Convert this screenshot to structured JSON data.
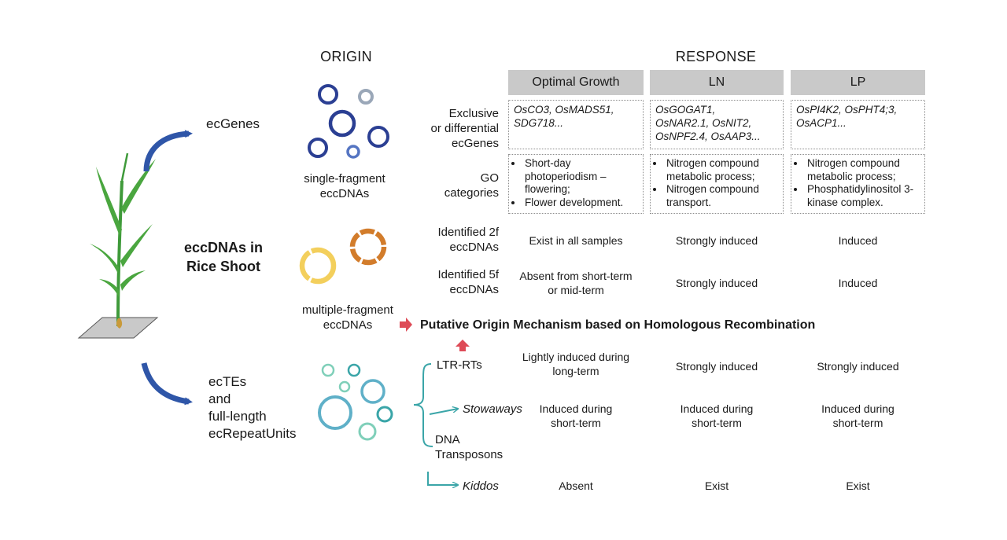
{
  "headers": {
    "origin": "ORIGIN",
    "response": "RESPONSE"
  },
  "columns": [
    "Optimal Growth",
    "LN",
    "LP"
  ],
  "left": {
    "ecgenes": "ecGenes",
    "center_title": "eccDNAs in\nRice Shoot",
    "ectes": "ecTEs\nand\nfull-length\necRepeatUnits"
  },
  "origin": {
    "single": "single-fragment\neccDNAs",
    "multiple": "multiple-fragment\neccDNAs"
  },
  "row_labels": {
    "exclusive": "Exclusive\nor differential\necGenes",
    "go": "GO\ncategories",
    "two_f": "Identified 2f\neccDNAs",
    "five_f": "Identified 5f\neccDNAs",
    "ltr": "LTR-RTs",
    "stowaways": "Stowaways",
    "dna": "DNA\nTransposons",
    "kiddos": "Kiddos"
  },
  "exclusive_genes": [
    "OsCO3, OsMADS51,\nSDG718...",
    "OsGOGAT1,\nOsNAR2.1, OsNIT2,\nOsNPF2.4, OsAAP3...",
    "OsPI4K2, OsPHT4;3,\nOsACP1..."
  ],
  "go_categories": [
    [
      "Short-day photoperiodism – flowering;",
      "Flower development."
    ],
    [
      "Nitrogen compound metabolic process;",
      "Nitrogen compound transport."
    ],
    [
      "Nitrogen compound metabolic process;",
      "Phosphatidylinositol 3-kinase complex."
    ]
  ],
  "two_f_values": [
    "Exist in all samples",
    "Strongly induced",
    "Induced"
  ],
  "five_f_values": [
    "Absent from short-term\nor mid-term",
    "Strongly induced",
    "Induced"
  ],
  "mechanism": "Putative Origin Mechanism based on Homologous Recombination",
  "ltr_values": [
    "Lightly induced during\nlong-term",
    "Strongly induced",
    "Strongly induced"
  ],
  "stowaways_values": [
    "Induced during\nshort-term",
    "Induced during\nshort-term",
    "Induced during\nshort-term"
  ],
  "kiddos_values": [
    "Absent",
    "Exist",
    "Exist"
  ],
  "colors": {
    "navy": "#2b3f93",
    "arrow_blue": "#2f56a8",
    "gray_ring": "#9aa7b8",
    "teal": "#3aa5a8",
    "teal_light": "#7fcfb9",
    "mid_teal": "#5fb0c8",
    "yellow": "#f3cf5c",
    "orange": "#d27c2b",
    "red_arrow": "#de4b57",
    "plant_green": "#3f9a3a",
    "header_gray": "#c9c9c9"
  }
}
